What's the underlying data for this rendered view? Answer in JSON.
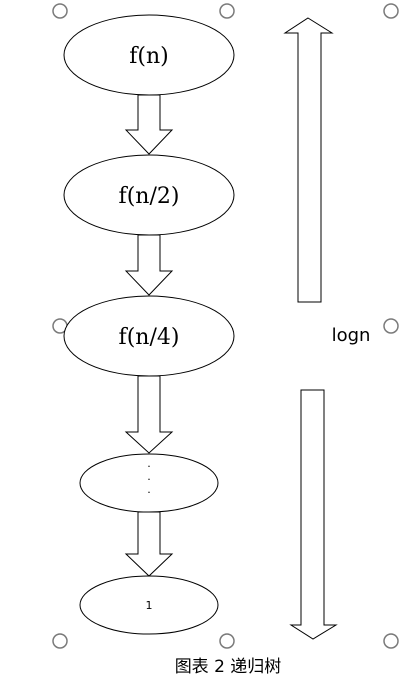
{
  "diagram": {
    "nodes": [
      {
        "label": "f(n)"
      },
      {
        "label": "f(n/2)"
      },
      {
        "label": "f(n/4)"
      },
      {
        "label": "·\n·\n·"
      },
      {
        "label": "1"
      }
    ],
    "side_label": "logn"
  },
  "caption": "图表 2 递归树"
}
